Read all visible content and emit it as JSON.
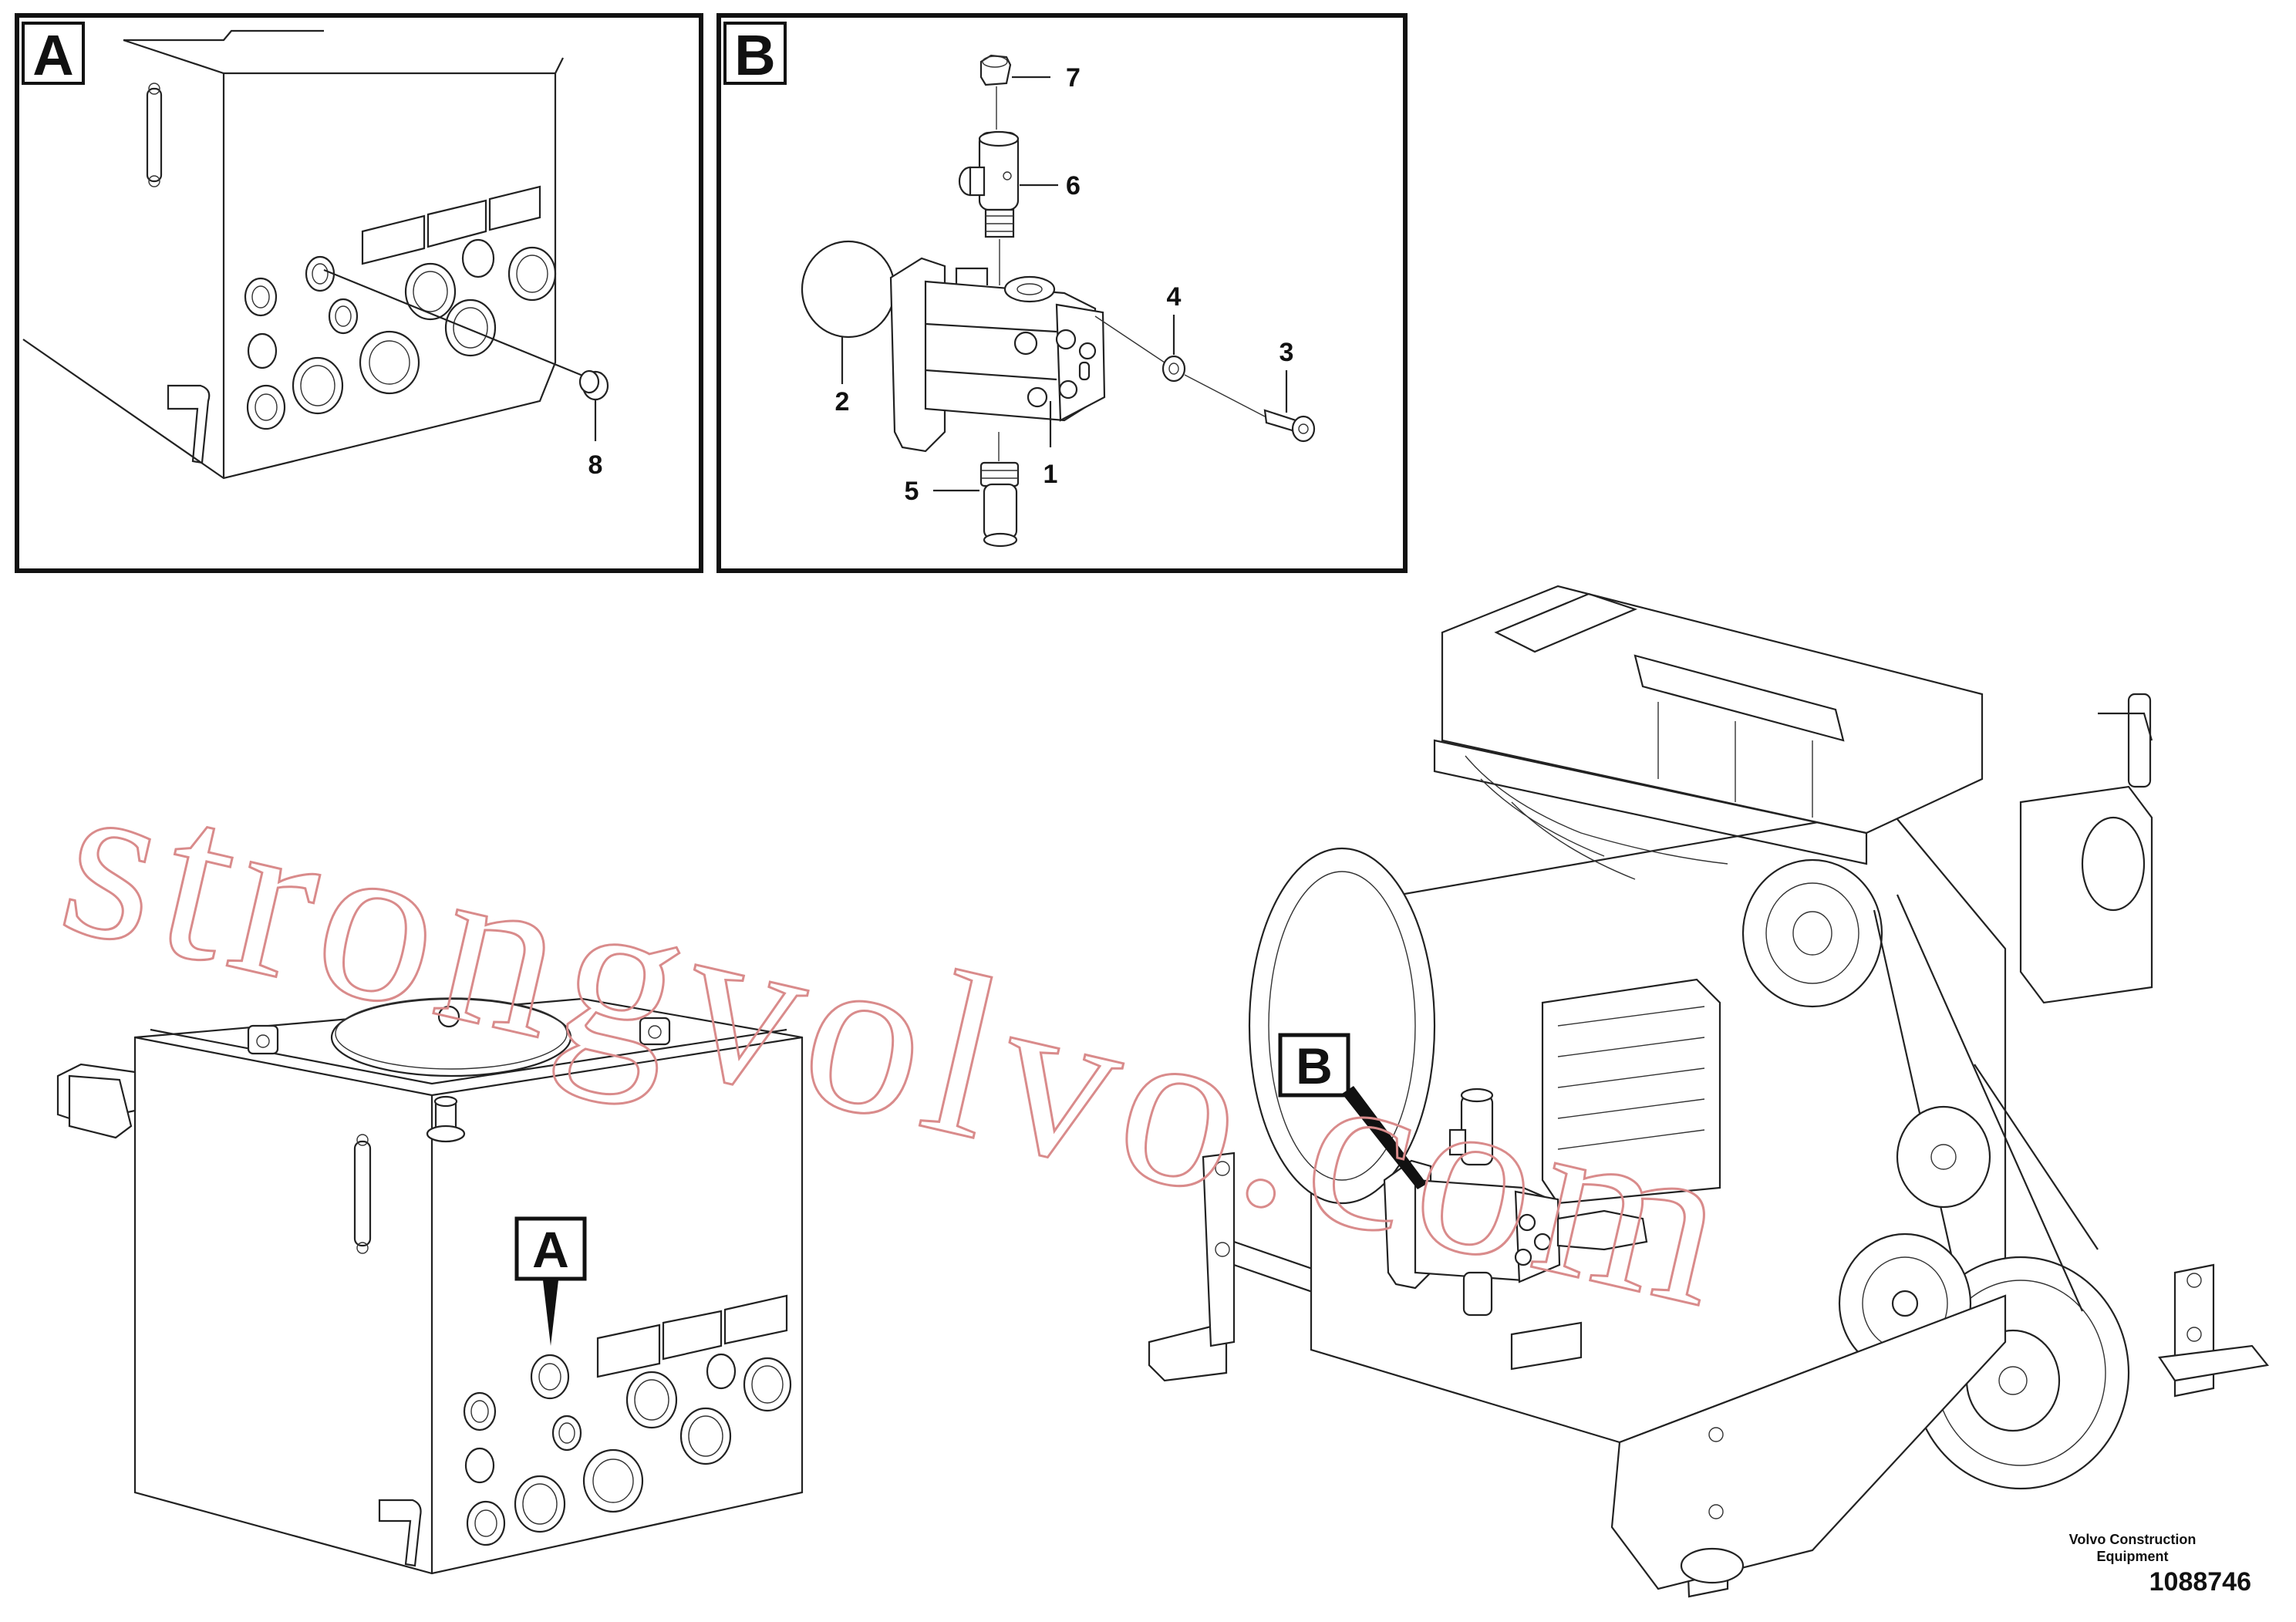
{
  "views": {
    "a": {
      "label": "A"
    },
    "b": {
      "label": "B"
    }
  },
  "markers": {
    "tank": "A",
    "engine": "B"
  },
  "callouts": {
    "c1": "1",
    "c2": "2",
    "c3": "3",
    "c4": "4",
    "c5": "5",
    "c6": "6",
    "c7": "7",
    "c8": "8"
  },
  "watermark": "strongvolvo.com",
  "footer": {
    "brand_line1": "Volvo Construction",
    "brand_line2": "Equipment",
    "reference": "1088746"
  }
}
